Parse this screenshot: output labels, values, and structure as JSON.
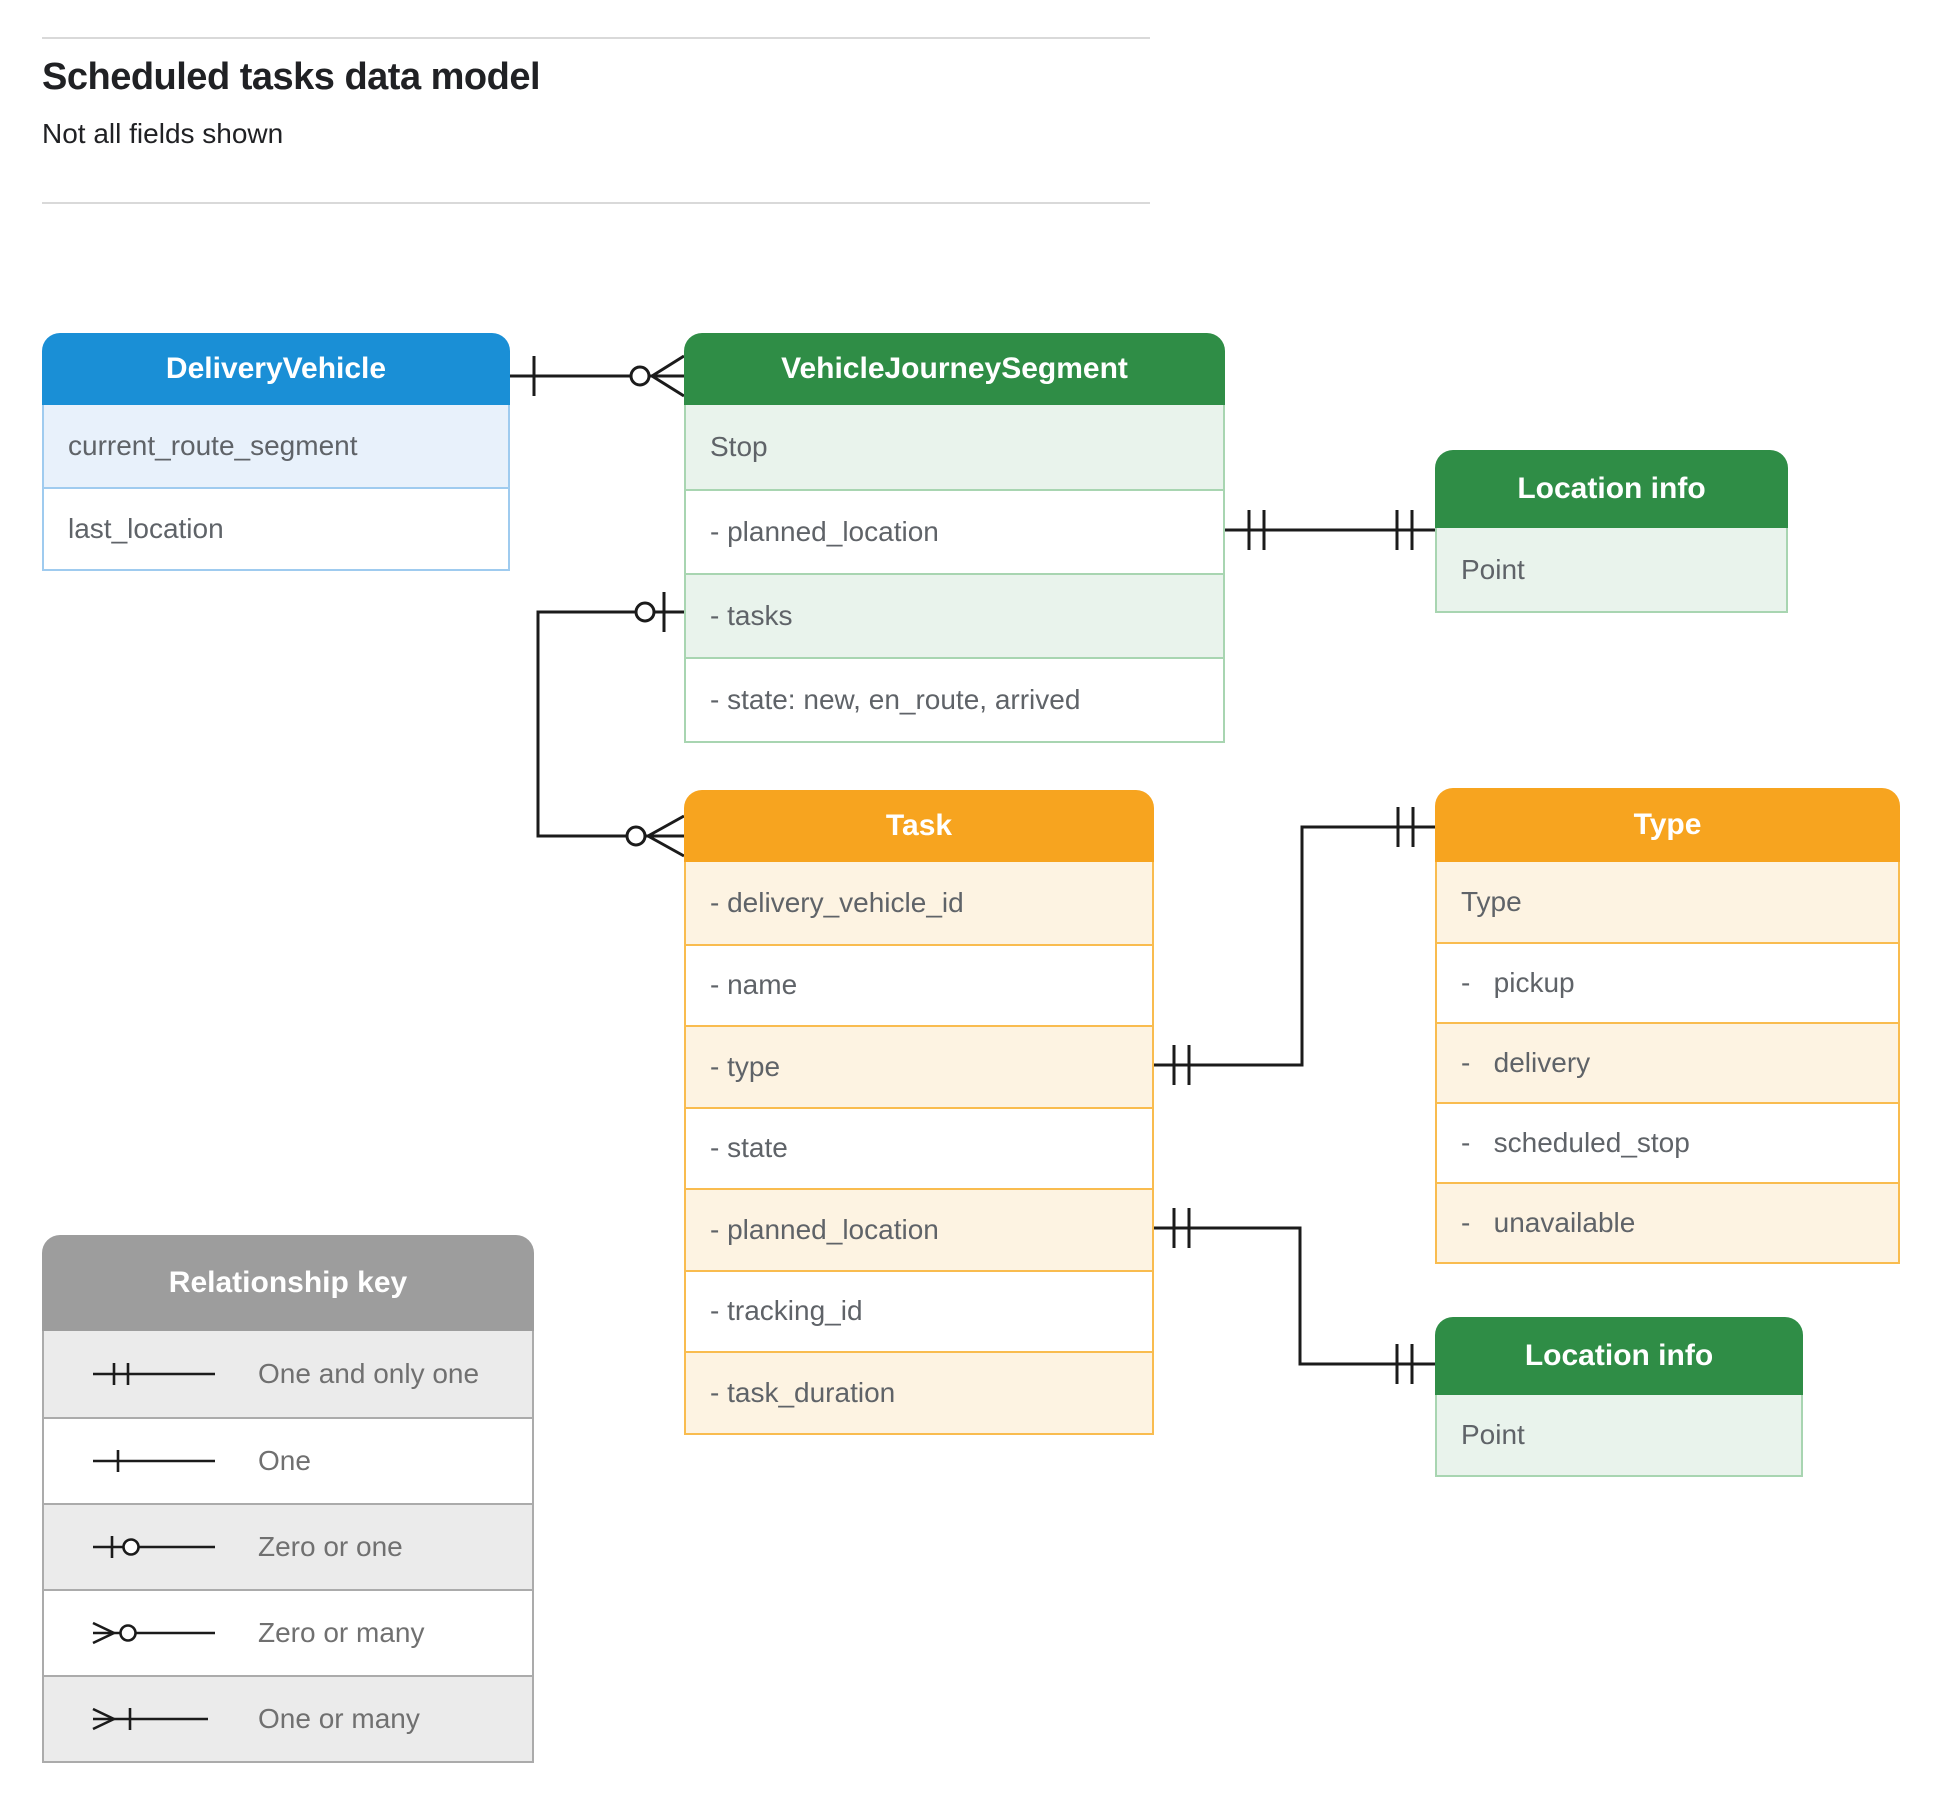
{
  "page": {
    "title": "Scheduled tasks data model",
    "subtitle": "Not all fields shown"
  },
  "entities": {
    "delivery_vehicle": {
      "title": "DeliveryVehicle",
      "fields": [
        "current_route_segment",
        "last_location"
      ]
    },
    "vehicle_journey_segment": {
      "title": "VehicleJourneySegment",
      "fields": [
        "Stop",
        "- planned_location",
        "- tasks",
        "- state: new, en_route, arrived"
      ]
    },
    "location_info_top": {
      "title": "Location info",
      "fields": [
        "Point"
      ]
    },
    "task": {
      "title": "Task",
      "fields": [
        "- delivery_vehicle_id",
        "- name",
        "- type",
        "- state",
        "- planned_location",
        "- tracking_id",
        "- task_duration"
      ]
    },
    "type": {
      "title": "Type",
      "fields": [
        "Type",
        "-   pickup",
        "-   delivery",
        "-   scheduled_stop",
        "-   unavailable"
      ]
    },
    "location_info_bottom": {
      "title": "Location info",
      "fields": [
        "Point"
      ]
    }
  },
  "legend": {
    "title": "Relationship key",
    "items": [
      {
        "label": "One and only one",
        "symbol": "one-and-only-one"
      },
      {
        "label": "One",
        "symbol": "one"
      },
      {
        "label": "Zero or one",
        "symbol": "zero-or-one"
      },
      {
        "label": "Zero or many",
        "symbol": "zero-or-many"
      },
      {
        "label": "One or many",
        "symbol": "one-or-many"
      }
    ]
  },
  "relationships": [
    {
      "from": "DeliveryVehicle",
      "to": "VehicleJourneySegment",
      "from_cardinality": "one",
      "to_cardinality": "zero-or-many"
    },
    {
      "from": "VehicleJourneySegment.tasks",
      "to": "Task",
      "from_cardinality": "zero-or-one",
      "to_cardinality": "zero-or-many"
    },
    {
      "from": "VehicleJourneySegment.planned_location",
      "to": "Location info",
      "from_cardinality": "one-and-only-one",
      "to_cardinality": "one-and-only-one"
    },
    {
      "from": "Task.type",
      "to": "Type",
      "from_cardinality": "one-and-only-one",
      "to_cardinality": "one-and-only-one"
    },
    {
      "from": "Task.planned_location",
      "to": "Location info",
      "from_cardinality": "one-and-only-one",
      "to_cardinality": "one-and-only-one"
    }
  ],
  "colors": {
    "blue_header": "#1a8fd6",
    "green_header": "#2f8d46",
    "orange_header": "#f7a41f",
    "gray_header": "#9d9d9d",
    "connector": "#1b1b1b"
  }
}
